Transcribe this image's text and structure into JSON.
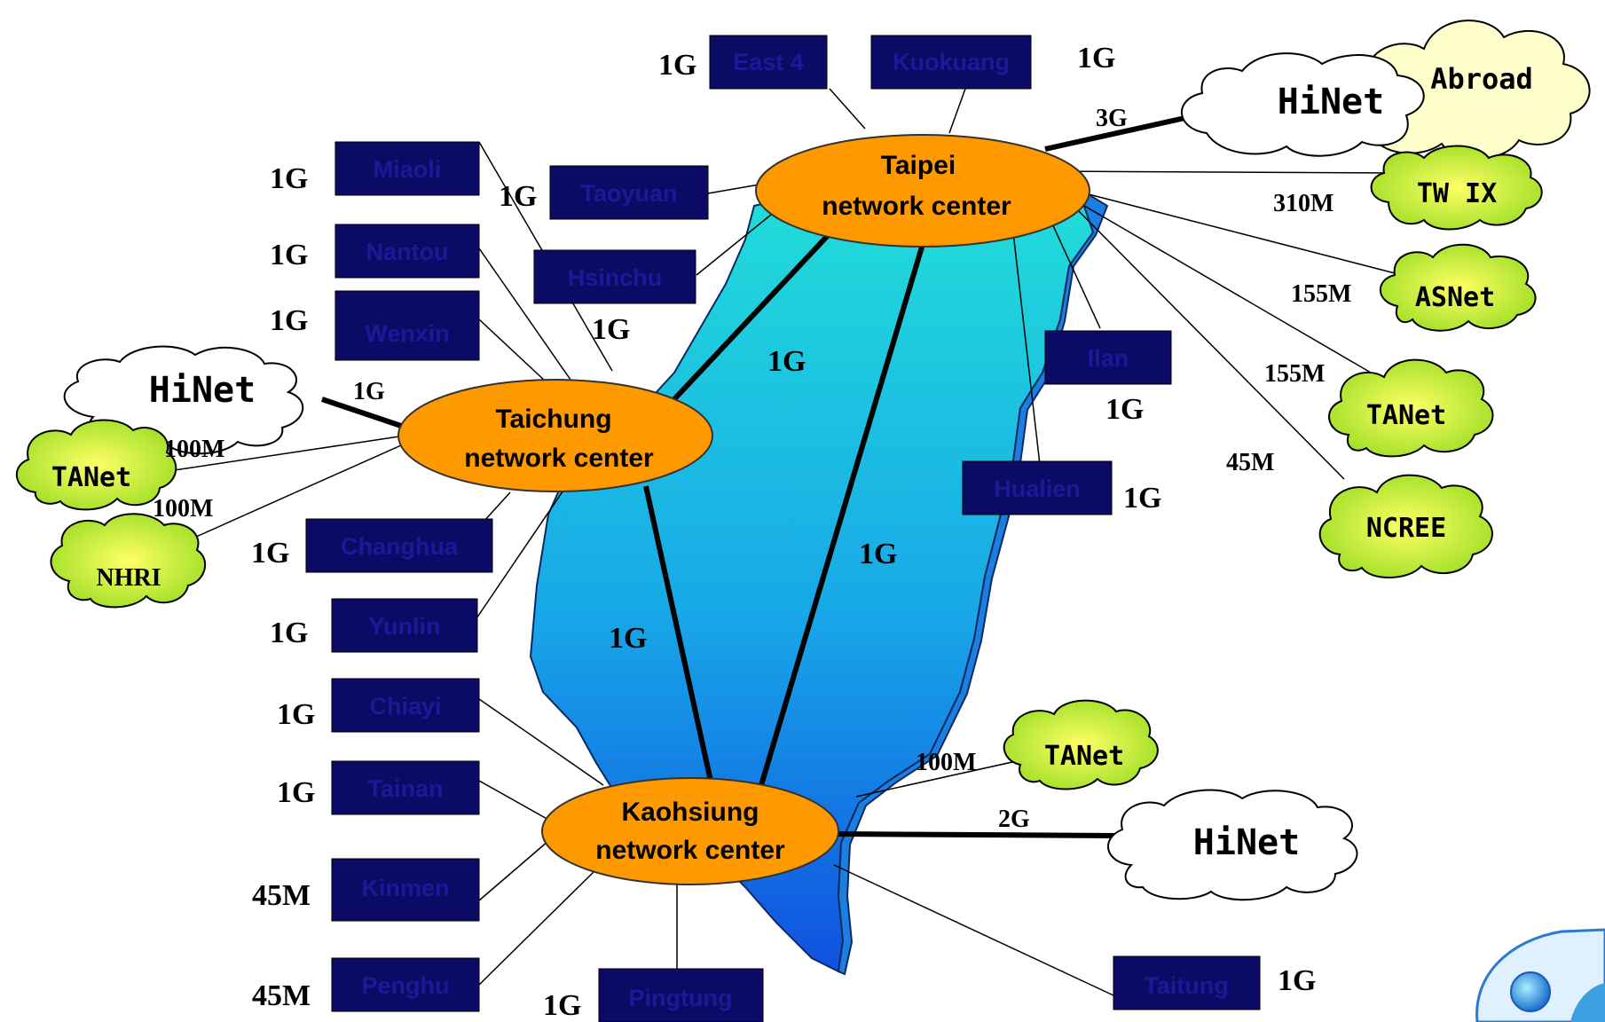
{
  "centers": {
    "taipei": [
      "Taipei",
      "network center"
    ],
    "taichung": [
      "Taichung",
      "network center"
    ],
    "kaohsiung": [
      "Kaohsiung",
      "network center"
    ]
  },
  "sites": {
    "east4": {
      "label": "East 4",
      "bw": "1G"
    },
    "kuokuang": {
      "label": "Kuokuang",
      "bw": "1G"
    },
    "miaoli": {
      "label": "Miaoli",
      "bw": "1G"
    },
    "taoyuan": {
      "label": "Taoyuan",
      "bw": "1G"
    },
    "nantou": {
      "label": "Nantou",
      "bw": "1G"
    },
    "hsinchu": {
      "label": "Hsinchu",
      "bw": "1G"
    },
    "wenxin": {
      "label": "Wenxin",
      "bw": "1G"
    },
    "ilan": {
      "label": "Ilan",
      "bw": "1G"
    },
    "hualien": {
      "label": "Hualien",
      "bw": "1G"
    },
    "changhua": {
      "label": "Changhua",
      "bw": "1G"
    },
    "yunlin": {
      "label": "Yunlin",
      "bw": "1G"
    },
    "chiayi": {
      "label": "Chiayi",
      "bw": "1G"
    },
    "tainan": {
      "label": "Tainan",
      "bw": "1G"
    },
    "kinmen": {
      "label": "Kinmen",
      "bw": "45M"
    },
    "penghu": {
      "label": "Penghu",
      "bw": "45M"
    },
    "pingtung": {
      "label": "Pingtung",
      "bw": "1G"
    },
    "taitung": {
      "label": "Taitung",
      "bw": "1G"
    }
  },
  "clouds": {
    "hinet_north": {
      "label": "HiNet",
      "bw": "3G"
    },
    "abroad": {
      "label": "Abroad"
    },
    "twix": {
      "label": "TW IX",
      "bw": "310M"
    },
    "asnet": {
      "label": "ASNet",
      "bw": "155M"
    },
    "tanet_north": {
      "label": "TANet",
      "bw": "155M"
    },
    "ncree": {
      "label": "NCREE",
      "bw": "45M"
    },
    "hinet_central": {
      "label": "HiNet",
      "bw": "1G"
    },
    "tanet_central": {
      "label": "TANet",
      "bw": "100M"
    },
    "nhri": {
      "label": "NHRI",
      "bw": "100M"
    },
    "tanet_south": {
      "label": "TANet",
      "bw": "100M"
    },
    "hinet_south": {
      "label": "HiNet",
      "bw": "2G"
    }
  },
  "backbone": {
    "taipei_taichung": "1G",
    "taipei_kaohsiung": "1G",
    "taichung_kaohsiung": "1G"
  },
  "colors": {
    "center": "#ff9900",
    "site_box": "#0b0b66",
    "green_cloud": "#ccff33",
    "yellow_cloud": "#ffffcc",
    "island_top": "#22dcdc",
    "island_bottom": "#1060e0"
  },
  "icons": [
    "globe-logo-icon"
  ]
}
